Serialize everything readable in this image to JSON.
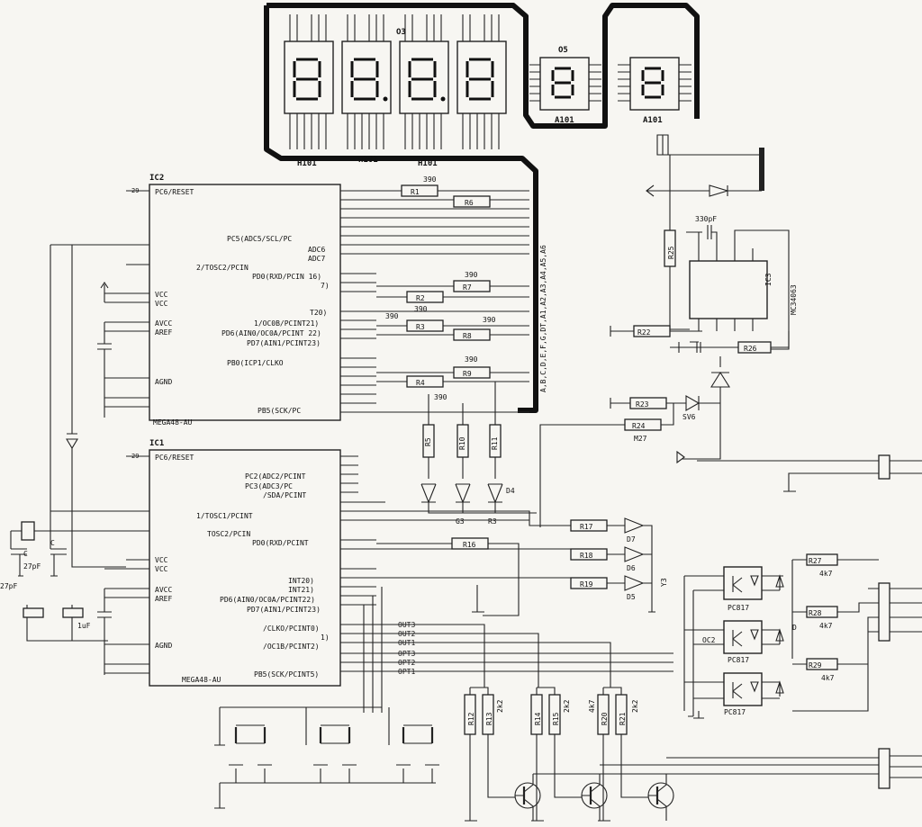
{
  "ics": {
    "ic2": {
      "name": "IC2",
      "part": "MEGA48-AU",
      "pins_left": [
        "PC6/RESET",
        "PC5(ADC5/SCL/PC",
        "ADC6",
        "ADC7",
        "2/TOSC2/PCIN",
        "PD0(RXD/PCIN 16)",
        "7)",
        "T20)",
        "1/OC0B/PCINT21)",
        "PD6(AIN0/OC0A/PCINT 22)",
        "PD7(AIN1/PCINT23)",
        "PB0(ICP1/CLKO",
        "PB5(SCK/PC"
      ],
      "pwr": [
        "VCC",
        "VCC",
        "AVCC",
        "AREF",
        "AGND"
      ]
    },
    "ic1": {
      "name": "IC1",
      "part": "MEGA48-AU",
      "pins_left": [
        "PC6/RESET",
        "PC2(ADC2/PCINT",
        "PC3(ADC3/PC",
        "/SDA/PCINT",
        "1/TOSC1/PCINT",
        "TOSC2/PCIN",
        "PD0(RXD/PCINT",
        "INT20)",
        "INT21)",
        "PD6(AIN0/OC0A/PCINT22)",
        "PD7(AIN1/PCINT23)",
        "/CLKO/PCINT0)",
        "1)",
        "/OC1B/PCINT2)",
        "PB5(SCK/PCINT5)"
      ],
      "pwr": [
        "VCC",
        "VCC",
        "AVCC",
        "AREF",
        "AGND"
      ]
    },
    "ic3": {
      "name": "IC3",
      "part": "MC34063"
    }
  },
  "displays": {
    "group_label": "O3",
    "h101": "H101",
    "o5": "O5",
    "a101": "A101"
  },
  "resistors": [
    "R1",
    "R2",
    "R3",
    "R4",
    "R5",
    "R6",
    "R7",
    "R8",
    "R9",
    "R10",
    "R11",
    "R12",
    "R13",
    "R14",
    "R15",
    "R16",
    "R17",
    "R18",
    "R19",
    "R20",
    "R21",
    "R22",
    "R23",
    "R24",
    "R25",
    "R26",
    "R27",
    "R28",
    "R29"
  ],
  "values": {
    "r390": "390",
    "c330": "330pF",
    "c27": "27pF",
    "c27b": "27pF",
    "c1u": "1uF",
    "r4k7": "4k7",
    "r2k2": "2k2",
    "m27": "M27",
    "bus": "A,B,C,D,E,F,G,DT,A1,A2,A3,A4,A5,A6"
  },
  "diodes": {
    "d4": "D4",
    "d5": "D5",
    "d6": "D6",
    "d7": "D7",
    "d": "D",
    "g3": "G3",
    "r3": "R3",
    "y3": "Y3",
    "sv6": "SV6"
  },
  "opto": {
    "pc1": "PC817",
    "oc2": "OC2",
    "pc2": "PC817",
    "pc3": "PC817"
  },
  "nets": {
    "out3": "OUT3",
    "out2": "OUT2",
    "out1": "OUT1",
    "opt3": "OPT3",
    "opt2": "OPT2",
    "opt1": "OPT1"
  },
  "misc": {
    "c": "C",
    "c2": "C",
    "reset_num": "29",
    "reset_num2": "29",
    "seg_bus": "DT"
  }
}
